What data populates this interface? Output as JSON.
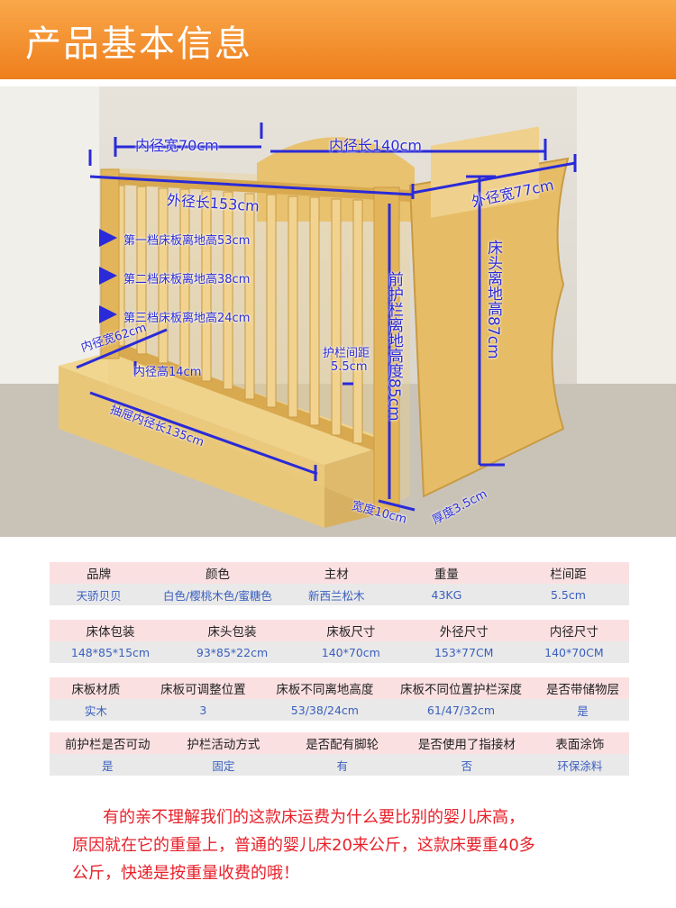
{
  "header": {
    "title": "产品基本信息"
  },
  "photo": {
    "annotations": {
      "inner_width_70": "内径宽70cm",
      "inner_length_140": "内径长140cm",
      "outer_length_153": "外径长153cm",
      "outer_width_77": "外径宽77cm",
      "level1": "第一档床板离地高53cm",
      "level2": "第二档床板离地高38cm",
      "level3": "第三档床板离地高24cm",
      "inner_width_62": "内径宽62cm",
      "inner_height_14": "内径高14cm",
      "rail_gap": "护栏间距",
      "rail_gap_value": "5.5cm",
      "drawer_length": "抽屉内径长135cm",
      "front_rail_height": "前护栏离地高度85cm",
      "head_height": "床头离地高87cm",
      "width_10": "宽度10cm",
      "thickness_35": "厚度3.5cm"
    }
  },
  "tables": [
    {
      "headers": [
        "品牌",
        "颜色",
        "主材",
        "重量",
        "栏间距"
      ],
      "values": [
        "天骄贝贝",
        "白色/樱桃木色/蜜糖色",
        "新西兰松木",
        "43KG",
        "5.5cm"
      ]
    },
    {
      "headers": [
        "床体包装",
        "床头包装",
        "床板尺寸",
        "外径尺寸",
        "内径尺寸"
      ],
      "values": [
        "148*85*15cm",
        "93*85*22cm",
        "140*70cm",
        "153*77CM",
        "140*70CM"
      ]
    },
    {
      "headers": [
        "床板材质",
        "床板可调整位置",
        "床板不同离地高度",
        "床板不同位置护栏深度",
        "是否带储物层"
      ],
      "values": [
        "实木",
        "3",
        "53/38/24cm",
        "61/47/32cm",
        "是"
      ]
    },
    {
      "headers": [
        "前护栏是否可动",
        "护栏活动方式",
        "是否配有脚轮",
        "是否使用了指接材",
        "表面涂饰"
      ],
      "values": [
        "是",
        "固定",
        "有",
        "否",
        "环保涂料"
      ]
    }
  ],
  "note": {
    "line1": "有的亲不理解我们的这款床运费为什么要比别的婴儿床高，",
    "line2": "原因就在它的重量上，普通的婴儿床20来公斤，这款床要重40多",
    "line3": "公斤，快递是按重量收费的哦！"
  },
  "colors": {
    "banner": "#ef7e1c",
    "annotation": "#2a2ad8",
    "table_header_bg": "#fbe0e2",
    "table_value_bg": "#e9e9e9",
    "note": "#e8202a"
  }
}
